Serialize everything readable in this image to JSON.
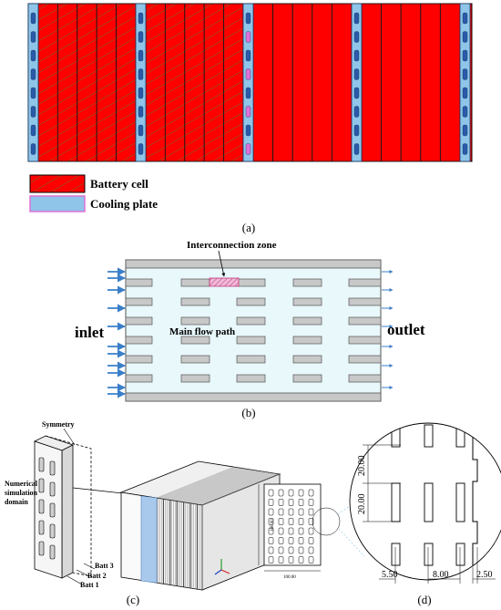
{
  "panel_a": {
    "legend": {
      "battery_cell": "Battery cell",
      "cooling_plate": "Cooling plate"
    },
    "caption": "(a)",
    "colors": {
      "battery": "#ff0000",
      "battery_hatch": "#2e8b2e",
      "cooling": "#8ec5e8",
      "cooling_pink": "#e070d8"
    }
  },
  "panel_b": {
    "interconnection_zone": "Interconnection zone",
    "main_flow_path": "Main flow path",
    "inlet": "inlet",
    "outlet": "outlet",
    "caption": "(b)",
    "colors": {
      "fluid": "#e8f8fb",
      "rib": "#c8c8c8",
      "arrow": "#3a7fc8"
    }
  },
  "panel_c": {
    "symmetry": "Symmetry",
    "domain_line1": "Numerical",
    "domain_line2": "simulation",
    "domain_line3": "domain",
    "batt3": "Batt 3",
    "batt2": "Batt 2",
    "batt1": "Batt 1",
    "caption": "(c)"
  },
  "panel_d": {
    "dim_height": "160.00",
    "dim_width": "100.00",
    "dim_20a": "20.00",
    "dim_20b": "20.00",
    "dim_550": "5.50",
    "dim_800": "8.00",
    "dim_250": "2.50",
    "caption": "(d)"
  }
}
